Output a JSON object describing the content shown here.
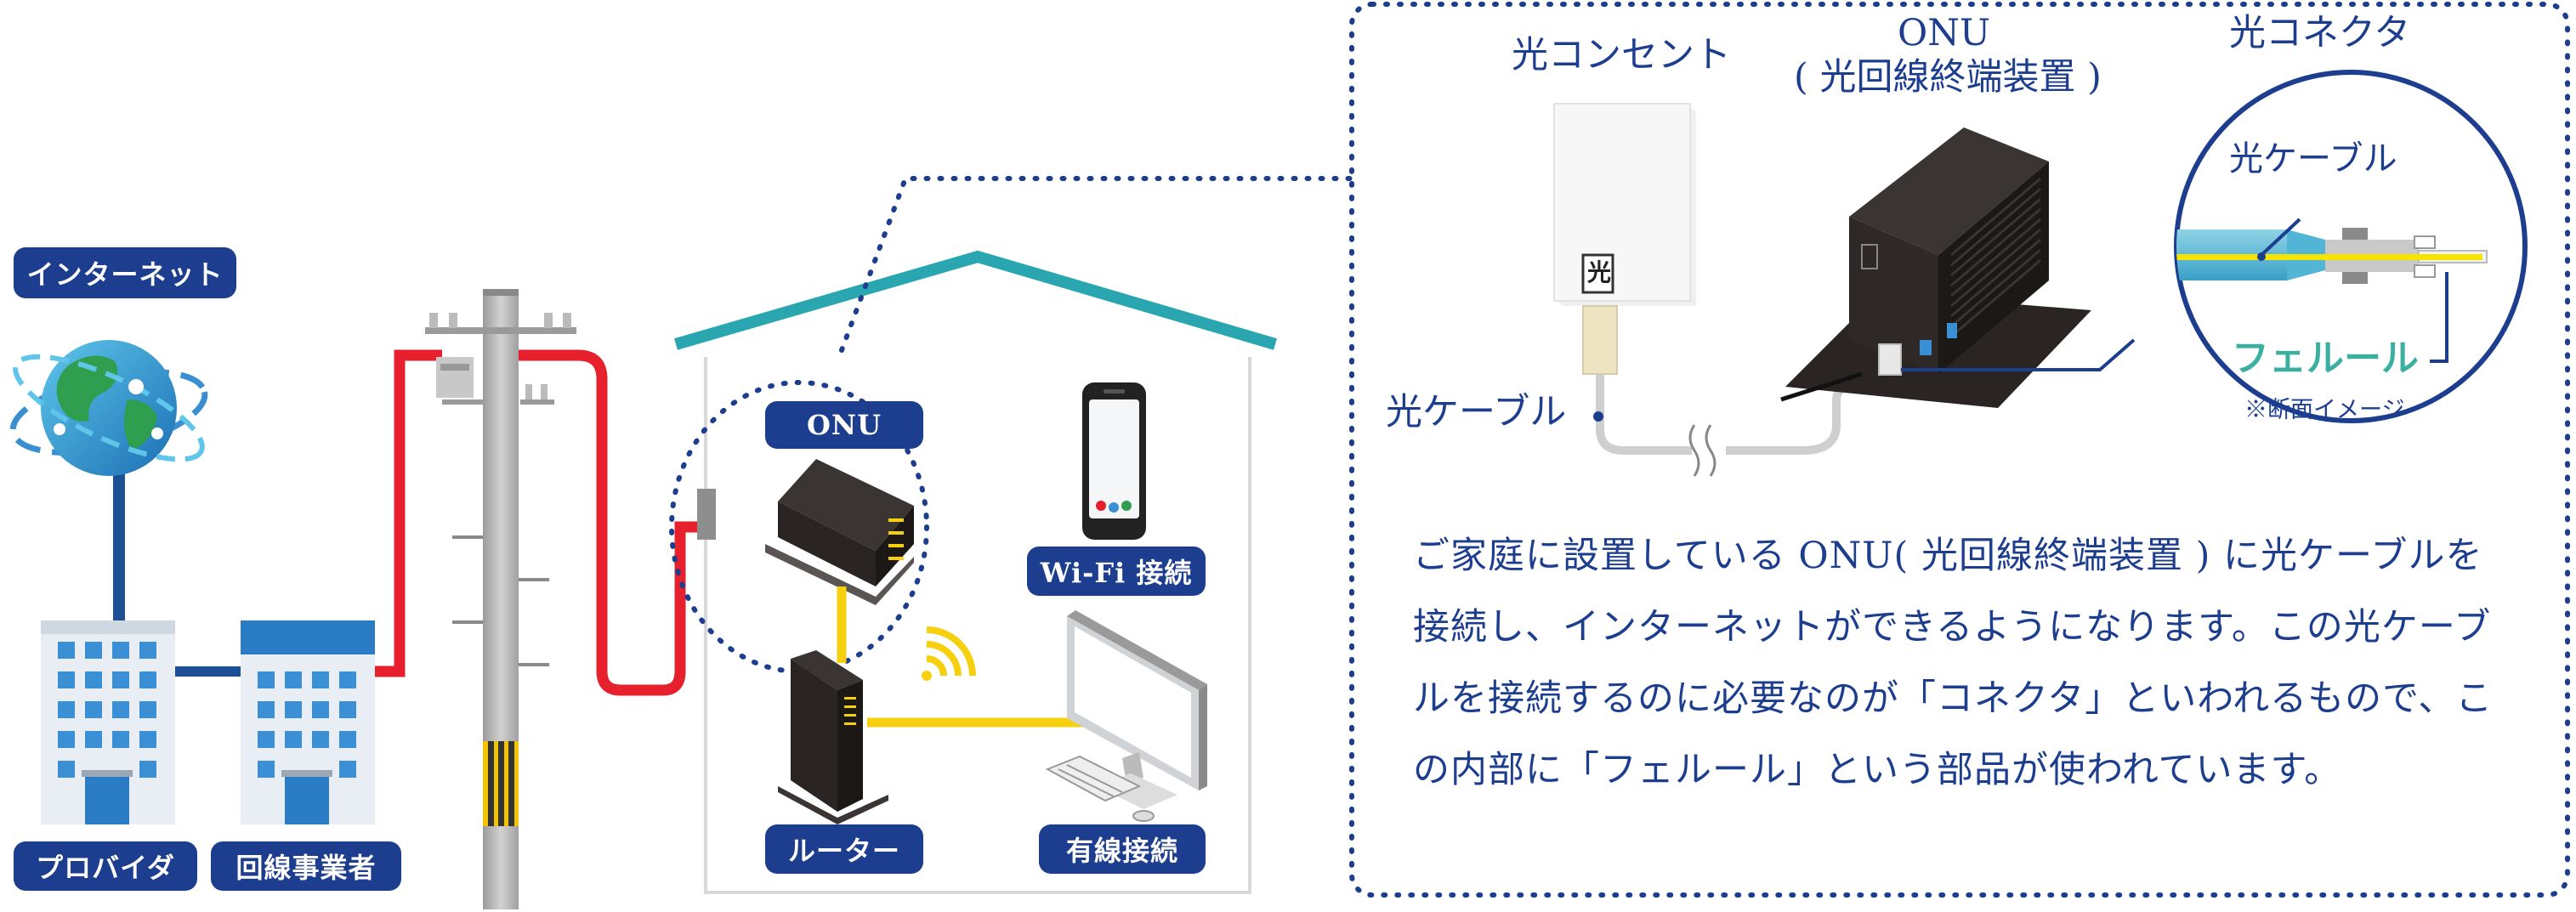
{
  "labels": {
    "internet": "インターネット",
    "provider": "プロバイダ",
    "carrier": "回線事業者",
    "onu": "ONU",
    "router": "ルーター",
    "wifi": "Wi-Fi 接続",
    "wired": "有線接続",
    "outlet": "光コンセント",
    "onu_title": "ONU",
    "onu_subtitle": "( 光回線終端装置 )",
    "connector": "光コネクタ",
    "cable": "光ケーブル",
    "cable_inner": "光ケーブル",
    "ferrule": "フェルール",
    "section_note": "※断面イメージ",
    "outlet_mark": "光"
  },
  "description": "ご家庭に設置している ONU( 光回線終端装置 ) に光ケーブルを接続し、インターネットができるようになります。この光ケーブルを接続するのに必要なのが「コネクタ」といわれるもので、この内部に「フェルール」という部品が使われています。",
  "colors": {
    "navy": "#1d3e8e",
    "red_line": "#e6202c",
    "yellow_line": "#f6d00f",
    "teal_roof": "#2aa6b0",
    "ferrule_green": "#3bb0a0"
  }
}
